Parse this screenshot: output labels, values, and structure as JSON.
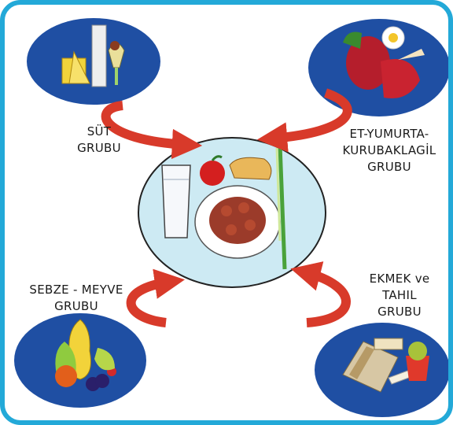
{
  "colors": {
    "frame": "#23a9d8",
    "oval": "#1f4fa3",
    "plate": "#cdeaf3",
    "arrow": "#d83a2a"
  },
  "groups": {
    "dairy": {
      "line1": "SÜT",
      "line2": "GRUBU",
      "icon": "milk-cheese-icon"
    },
    "meat": {
      "line1": "ET-YUMURTA-",
      "line2": "KURUBAKLAGİL",
      "line3": "GRUBU",
      "icon": "meat-egg-icon"
    },
    "produce": {
      "line1": "SEBZE - MEYVE",
      "line2": "GRUBU",
      "icon": "fruit-icon"
    },
    "grain": {
      "line1": "EKMEK ve",
      "line2": "TAHIL",
      "line3": "GRUBU",
      "icon": "bread-icon"
    }
  },
  "center": {
    "icon": "meal-plate-icon"
  }
}
